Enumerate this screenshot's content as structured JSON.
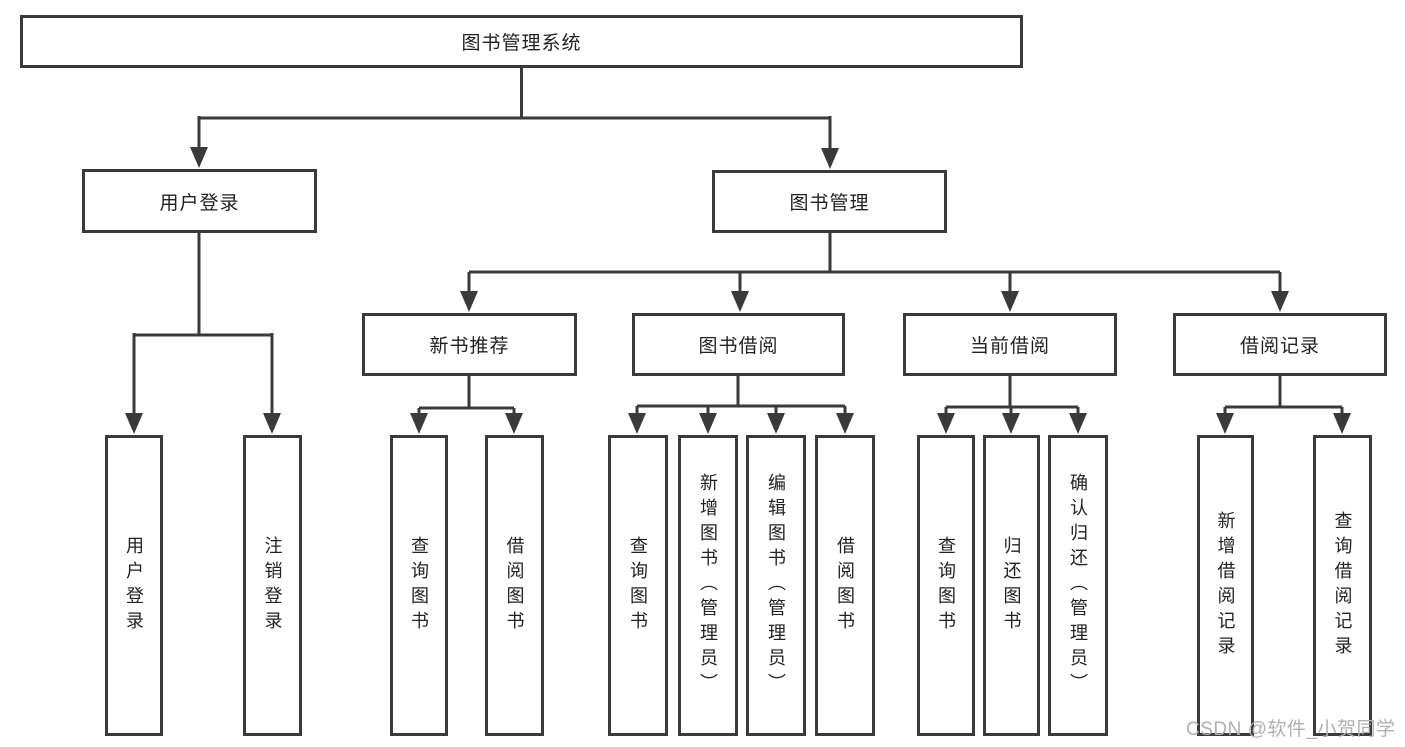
{
  "colors": {
    "line": "#3a3a3a",
    "text": "#222222",
    "watermark": "#b0b0b0",
    "background": "#ffffff"
  },
  "watermark": {
    "text": "CSDN @软件_小贺同学"
  },
  "tree": {
    "root": {
      "label": "图书管理系统",
      "children": [
        {
          "label": "用户登录",
          "children": [
            {
              "label": "用户登录"
            },
            {
              "label": "注销登录"
            }
          ]
        },
        {
          "label": "图书管理",
          "children": [
            {
              "label": "新书推荐",
              "children": [
                {
                  "label": "查询图书"
                },
                {
                  "label": "借阅图书"
                }
              ]
            },
            {
              "label": "图书借阅",
              "children": [
                {
                  "label": "查询图书"
                },
                {
                  "label": "新增图书（管理员）"
                },
                {
                  "label": "编辑图书（管理员）"
                },
                {
                  "label": "借阅图书"
                }
              ]
            },
            {
              "label": "当前借阅",
              "children": [
                {
                  "label": "查询图书"
                },
                {
                  "label": "归还图书"
                },
                {
                  "label": "确认归还（管理员）"
                }
              ]
            },
            {
              "label": "借阅记录",
              "children": [
                {
                  "label": "新增借阅记录"
                },
                {
                  "label": "查询借阅记录"
                }
              ]
            }
          ]
        }
      ]
    }
  }
}
